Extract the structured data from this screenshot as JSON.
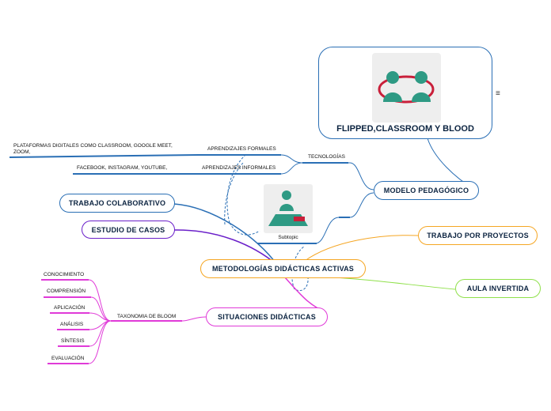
{
  "root": {
    "title": "FLIPPED,CLASSROOM Y BLOOD",
    "image": "two-people-exchange-icon",
    "note_icon": "≡"
  },
  "nodes": {
    "modelo": "MODELO PEDAGÓGICO",
    "metodologias": "METODOLOGÍAS DIDÁCTICAS ACTIVAS",
    "situaciones": "SITUACIONES DIDÁCTICAS",
    "colaborativo": "TRABAJO COLABORATIVO",
    "casos": "ESTUDIO DE CASOS",
    "proyectos": "TRABAJO POR PROYECTOS",
    "aula": "AULA INVERTIDA"
  },
  "labels": {
    "tecnologias": "TECNOLOGÍAS",
    "formales": "APRENDIZAJES FORMALES",
    "informales": "APRENDIZAJES INFORMALES",
    "plataformas": "PLATAFORMAS DIGITALES COMO CLASSROOM, GOOGLE MEET, ZOOM,",
    "facebook": "FACEBOOK, INSTAGRAM, YOUTUBE,",
    "subtopic": "Subtopic",
    "taxonomia": "TAXONOMIA DE BLOOM"
  },
  "bloom": [
    "CONOCIMIENTO",
    "COMPRENSIÓN",
    "APLICACIÓN",
    "ANÁLISIS",
    "SÍNTESIS",
    "EVALUACIÓN"
  ],
  "colors": {
    "blue": "#2a6fb5",
    "purple": "#6a1fc9",
    "orange": "#f5a623",
    "green": "#8fe04a",
    "magenta": "#e03ad8",
    "teal": "#2e9a84",
    "red": "#c91f3a"
  }
}
